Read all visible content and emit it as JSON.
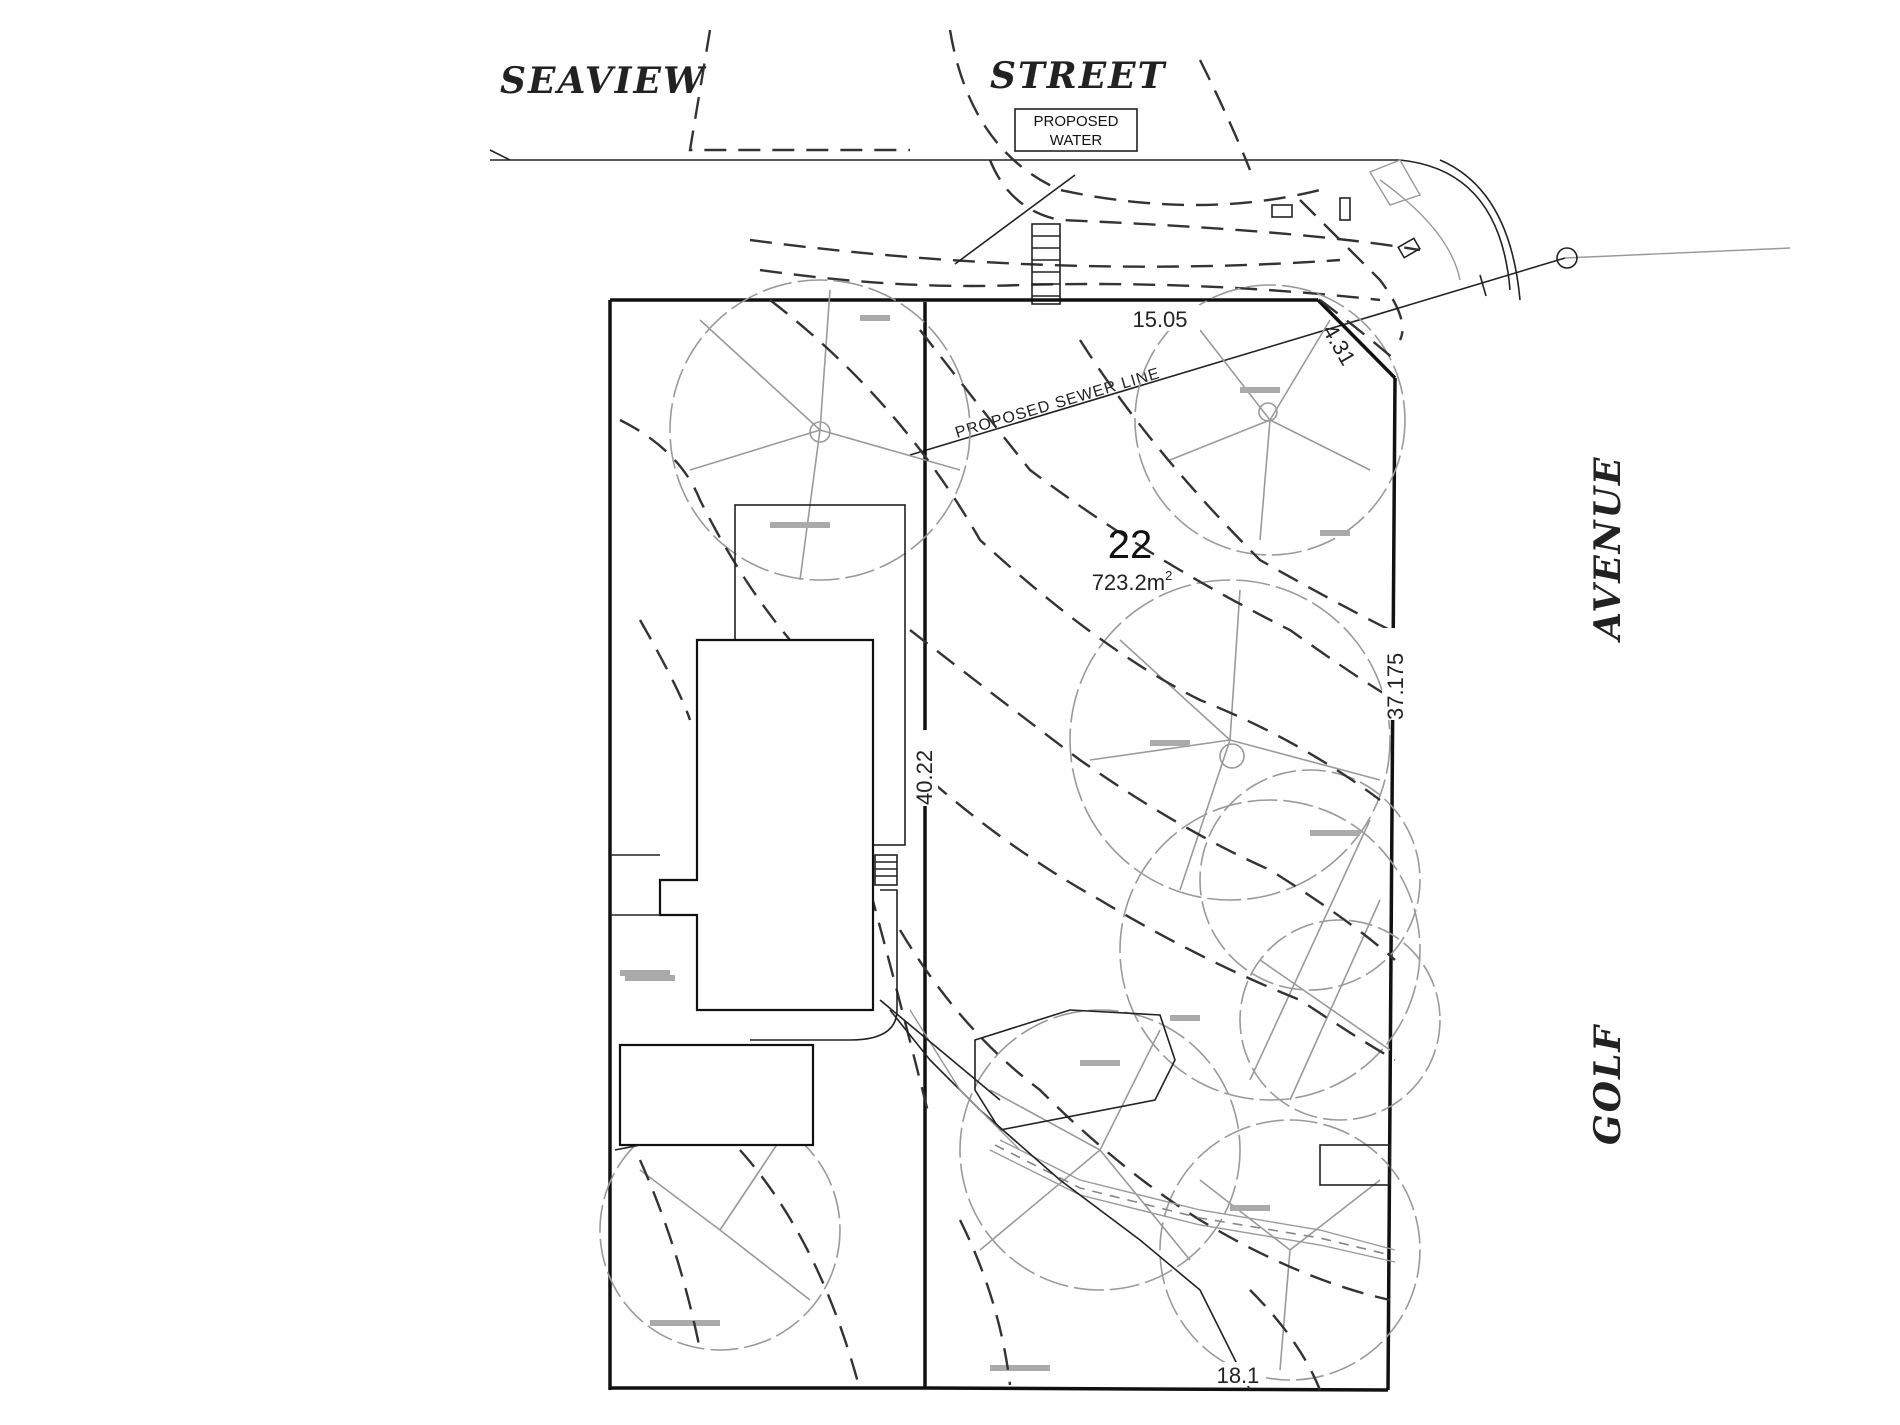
{
  "streets": {
    "top_left": "SEAVIEW",
    "top_right": "STREET",
    "right_upper": "AVENUE",
    "right_lower": "GOLF"
  },
  "labels": {
    "proposed_water_line1": "PROPOSED",
    "proposed_water_line2": "WATER",
    "proposed_sewer": "PROPOSED SEWER LINE"
  },
  "lot": {
    "number": "22",
    "area_value": "723.2m",
    "area_exponent": "2"
  },
  "dimensions": {
    "frontage_top": "15.05",
    "corner_truncation": "4.31",
    "east_side": "37.175",
    "west_side": "40.22",
    "rear": "18.1"
  }
}
